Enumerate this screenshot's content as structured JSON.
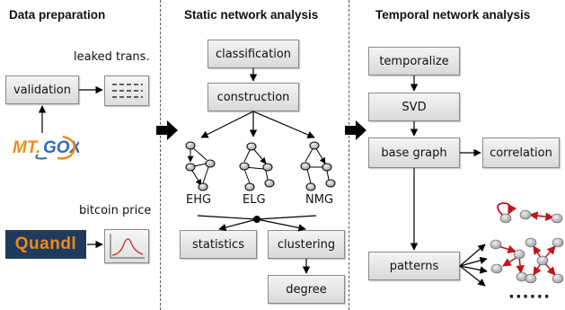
{
  "sections": {
    "data_preparation": "Data preparation",
    "static_analysis": "Static network analysis",
    "temporal_analysis": "Temporal  network analysis"
  },
  "data_prep": {
    "leaked_trans_label": "leaked trans.",
    "validation": "validation",
    "mtgox_logo_text": "MT.GOX",
    "bitcoin_price_label": "bitcoin price",
    "quandl_logo_text": "Quandl"
  },
  "static": {
    "classification": "classification",
    "construction": "construction",
    "graphs": [
      "EHG",
      "ELG",
      "NMG"
    ],
    "statistics": "statistics",
    "clustering": "clustering",
    "degree": "degree"
  },
  "temporal": {
    "temporalize": "temporalize",
    "svd": "SVD",
    "base_graph": "base graph",
    "correlation": "correlation",
    "patterns": "patterns",
    "ellipsis": "······"
  },
  "colors": {
    "box_border": "#8a8a8a",
    "node_fill": "#c8c8c8",
    "pattern_edge": "#c0161b",
    "arrow": "#000000",
    "quandl_bg": "#1f3a5a",
    "quandl_text": "#f08a1a",
    "mtgox_orange": "#f08a1a",
    "mtgox_blue": "#2a6fb5"
  },
  "icons": [
    "big-right-arrow-icon",
    "mtgox-logo",
    "quandl-logo",
    "price-curve-icon",
    "dashed-lines-icon",
    "graph-icon"
  ]
}
